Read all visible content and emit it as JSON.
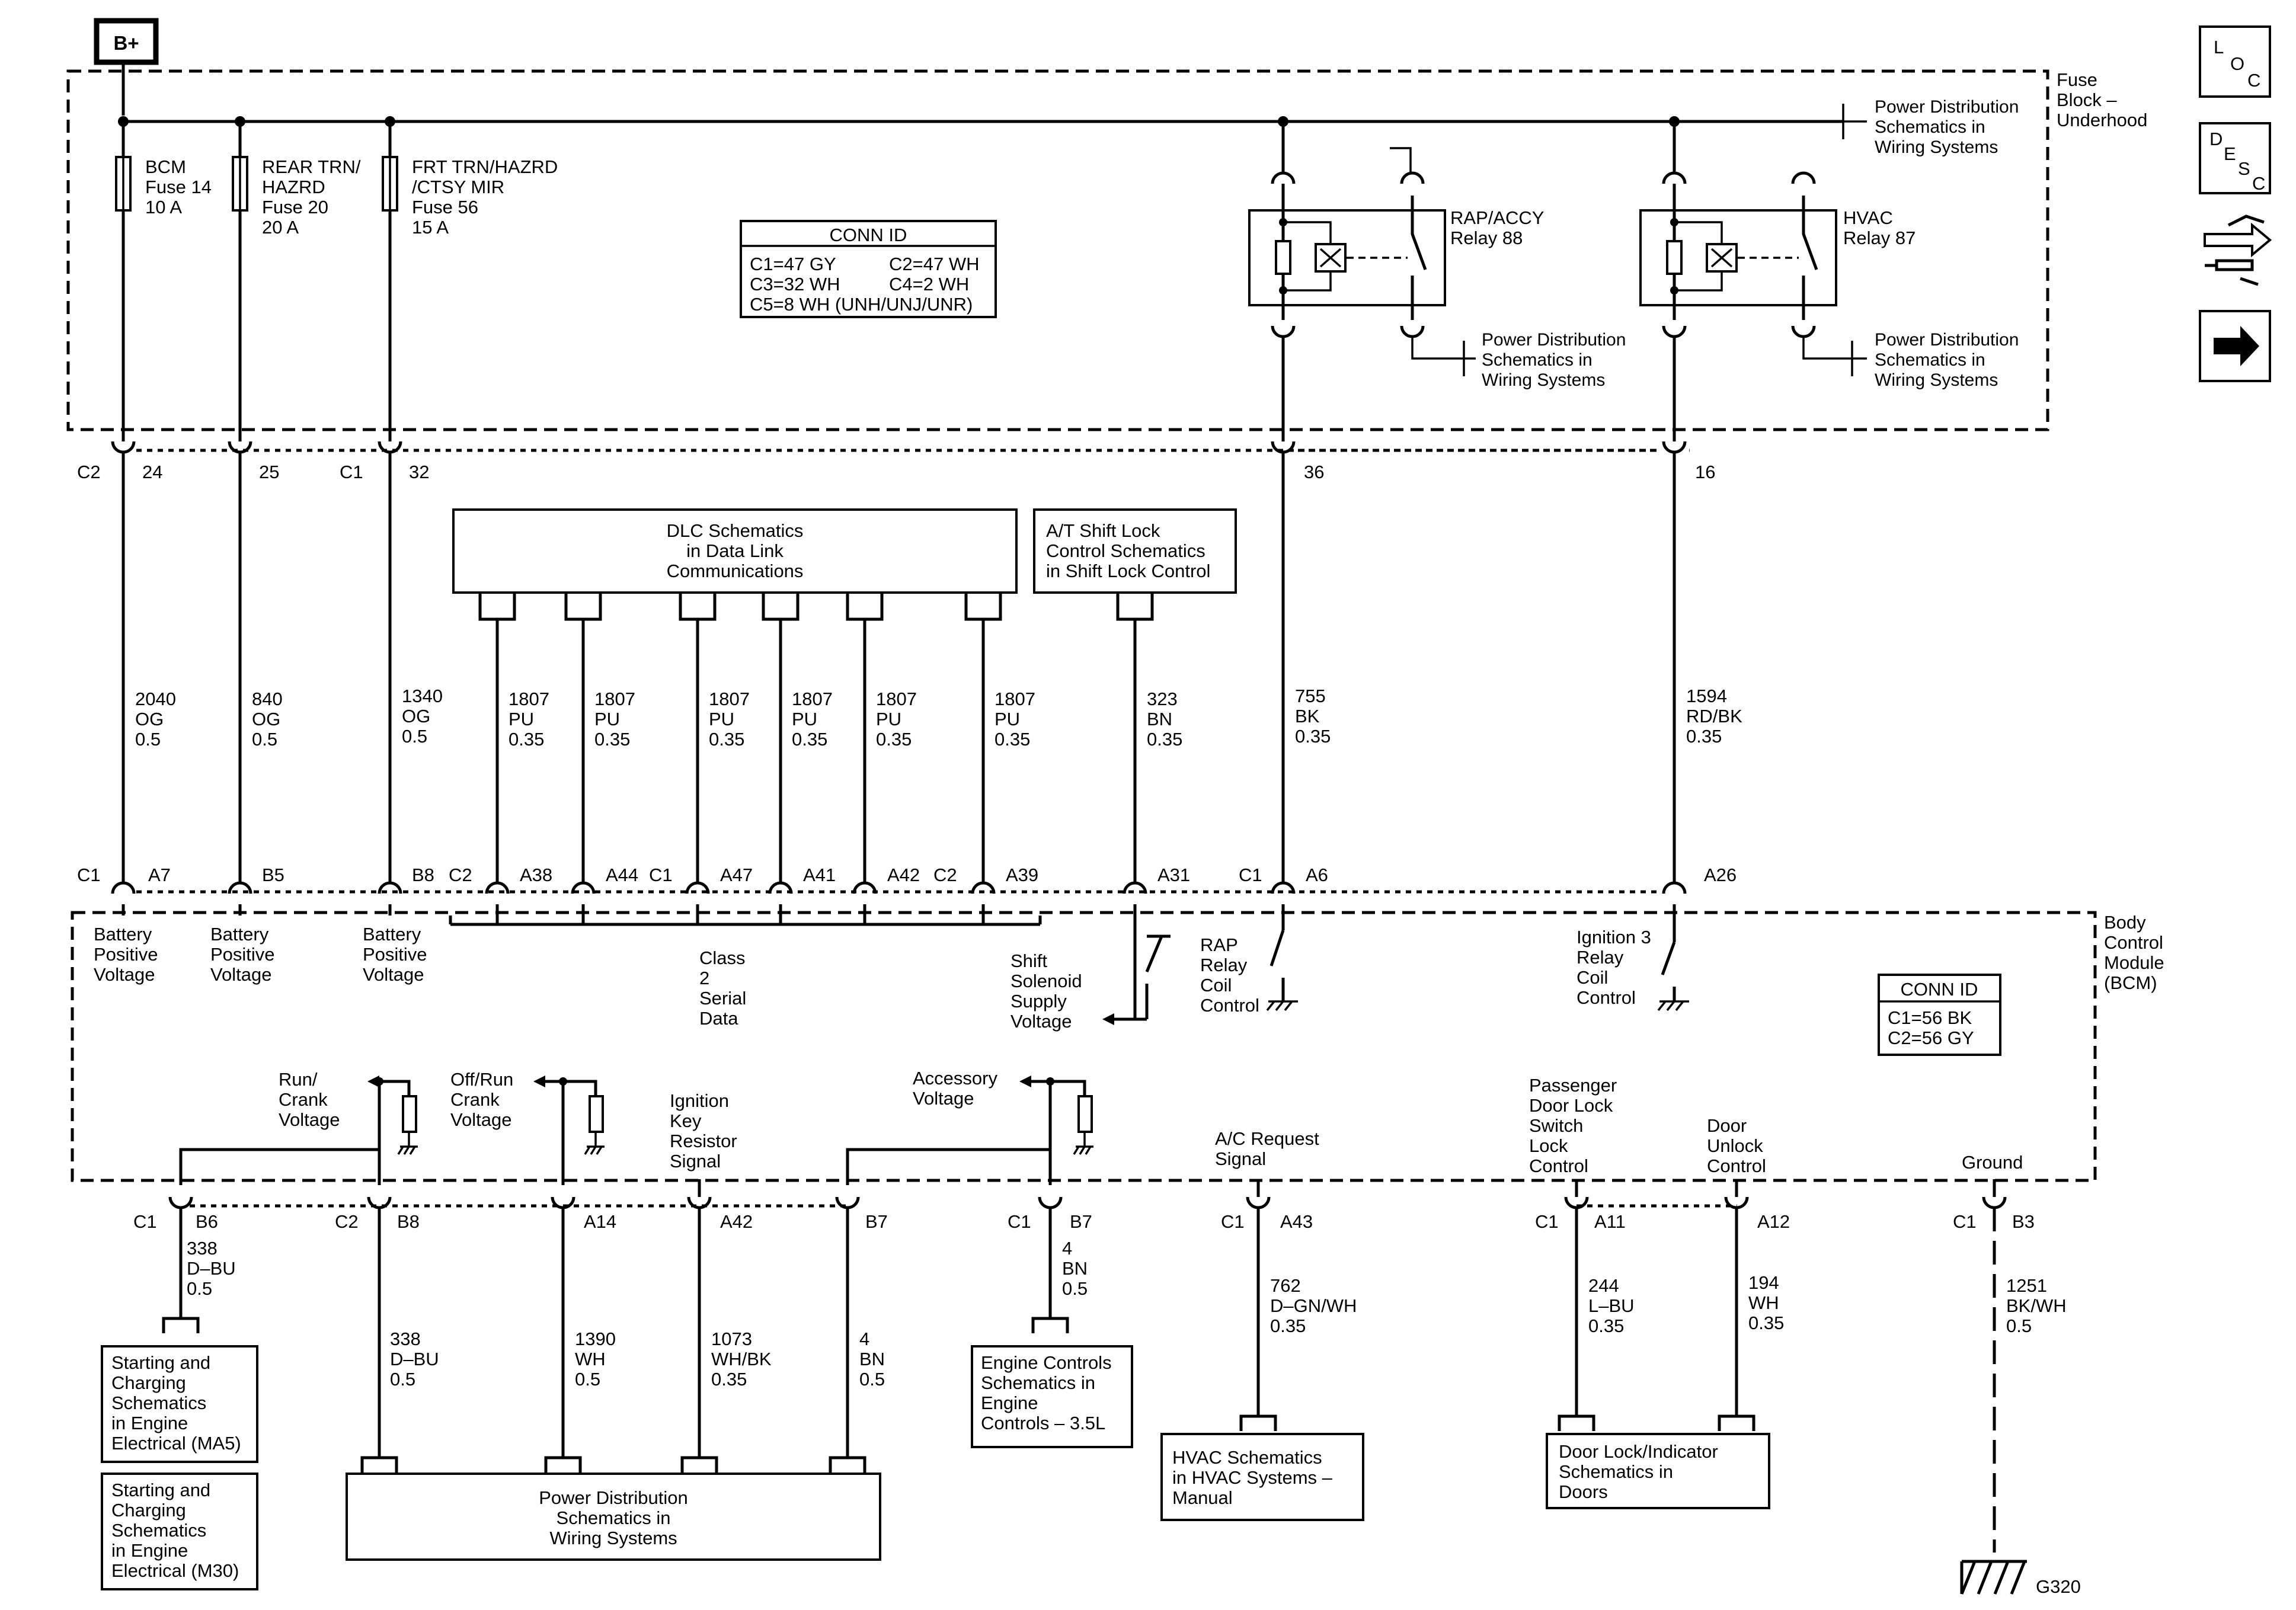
{
  "power": {
    "bplus": "B+"
  },
  "fuse_block": {
    "name": [
      "Fuse",
      "Block –",
      "Underhood"
    ],
    "power_ref": [
      "Power Distribution",
      "Schematics in",
      "Wiring Systems"
    ],
    "fuses": [
      {
        "lines": [
          "BCM",
          "Fuse 14",
          "10 A"
        ]
      },
      {
        "lines": [
          "REAR TRN/",
          "HAZRD",
          "Fuse 20",
          "20 A"
        ]
      },
      {
        "lines": [
          "FRT TRN/HAZRD",
          "/CTSY MIR",
          "Fuse 56",
          "15 A"
        ]
      }
    ],
    "conn_id": {
      "title": "CONN ID",
      "rows": [
        [
          "C1=47 GY",
          "C2=47 WH"
        ],
        [
          "C3=32 WH",
          "C4=2 WH"
        ],
        [
          "C5=8 WH (UNH/UNJ/UNR)"
        ]
      ]
    },
    "relays": [
      {
        "lines": [
          "RAP/ACCY",
          "Relay 88"
        ],
        "ref": [
          "Power Distribution",
          "Schematics in",
          "Wiring Systems"
        ]
      },
      {
        "lines": [
          "HVAC",
          "Relay 87"
        ],
        "ref": [
          "Power Distribution",
          "Schematics in",
          "Wiring Systems"
        ]
      }
    ],
    "pins": {
      "c2": "C2",
      "p24": "24",
      "p25": "25",
      "c1": "C1",
      "p32": "32",
      "p36": "36",
      "p16": "16"
    }
  },
  "dlc_box": [
    "DLC Schematics",
    "in Data Link",
    "Communications"
  ],
  "shift_box": [
    "A/T Shift Lock",
    "Control Schematics",
    "in Shift Lock Control"
  ],
  "upper_wires": [
    {
      "lines": [
        "2040",
        "OG",
        "0.5"
      ]
    },
    {
      "lines": [
        "840",
        "OG",
        "0.5"
      ]
    },
    {
      "lines": [
        "1340",
        "OG",
        "0.5"
      ]
    },
    {
      "lines": [
        "1807",
        "PU",
        "0.35"
      ]
    },
    {
      "lines": [
        "1807",
        "PU",
        "0.35"
      ]
    },
    {
      "lines": [
        "1807",
        "PU",
        "0.35"
      ]
    },
    {
      "lines": [
        "1807",
        "PU",
        "0.35"
      ]
    },
    {
      "lines": [
        "1807",
        "PU",
        "0.35"
      ]
    },
    {
      "lines": [
        "1807",
        "PU",
        "0.35"
      ]
    },
    {
      "lines": [
        "323",
        "BN",
        "0.35"
      ]
    },
    {
      "lines": [
        "755",
        "BK",
        "0.35"
      ]
    },
    {
      "lines": [
        "1594",
        "RD/BK",
        "0.35"
      ]
    }
  ],
  "bcm_top_pins": [
    "C1",
    "A7",
    "B5",
    "B8",
    "C2",
    "A38",
    "A44",
    "C1",
    "A47",
    "A41",
    "A42",
    "C2",
    "A39",
    "A31",
    "C1",
    "A6",
    "A26"
  ],
  "bcm": {
    "name": [
      "Body",
      "Control",
      "Module",
      "(BCM)"
    ],
    "conn_id": {
      "title": "CONN ID",
      "rows": [
        "C1=56 BK",
        "C2=56 GY"
      ]
    },
    "labels": {
      "batt1": [
        "Battery",
        "Positive",
        "Voltage"
      ],
      "batt2": [
        "Battery",
        "Positive",
        "Voltage"
      ],
      "batt3": [
        "Battery",
        "Positive",
        "Voltage"
      ],
      "class2": [
        "Class",
        "2",
        "Serial",
        "Data"
      ],
      "shift": [
        "Shift",
        "Solenoid",
        "Supply",
        "Voltage"
      ],
      "rap": [
        "RAP",
        "Relay",
        "Coil",
        "Control"
      ],
      "ign3": [
        "Ignition 3",
        "Relay",
        "Coil",
        "Control"
      ],
      "runcrank": [
        "Run/",
        "Crank",
        "Voltage"
      ],
      "offrun": [
        "Off/Run",
        "Crank",
        "Voltage"
      ],
      "ignkey": [
        "Ignition",
        "Key",
        "Resistor",
        "Signal"
      ],
      "acc": [
        "Accessory",
        "Voltage"
      ],
      "acreq": [
        "A/C Request",
        "Signal"
      ],
      "pdl": [
        "Passenger",
        "Door Lock",
        "Switch",
        "Lock",
        "Control"
      ],
      "unlock": [
        "Door",
        "Unlock",
        "Control"
      ],
      "ground": [
        "Ground"
      ]
    }
  },
  "bcm_bottom_pins": [
    "C1",
    "B6",
    "C2",
    "B8",
    "A14",
    "A42",
    "B7",
    "C1",
    "B7",
    "C1",
    "A43",
    "C1",
    "A11",
    "A12",
    "C1",
    "B3"
  ],
  "lower_wires": [
    {
      "lines": [
        "338",
        "D–BU",
        "0.5"
      ]
    },
    {
      "lines": [
        "338",
        "D–BU",
        "0.5"
      ]
    },
    {
      "lines": [
        "1390",
        "WH",
        "0.5"
      ]
    },
    {
      "lines": [
        "1073",
        "WH/BK",
        "0.35"
      ]
    },
    {
      "lines": [
        "4",
        "BN",
        "0.5"
      ]
    },
    {
      "lines": [
        "4",
        "BN",
        "0.5"
      ]
    },
    {
      "lines": [
        "762",
        "D–GN/WH",
        "0.35"
      ]
    },
    {
      "lines": [
        "244",
        "L–BU",
        "0.35"
      ]
    },
    {
      "lines": [
        "194",
        "WH",
        "0.35"
      ]
    },
    {
      "lines": [
        "1251",
        "BK/WH",
        "0.5"
      ]
    }
  ],
  "ref_boxes": {
    "starting1": [
      "Starting and",
      "Charging",
      "Schematics",
      "in Engine",
      "Electrical (MA5)"
    ],
    "starting2": [
      "Starting and",
      "Charging",
      "Schematics",
      "in Engine",
      "Electrical (M30)"
    ],
    "powerdist": [
      "Power Distribution",
      "Schematics in",
      "Wiring Systems"
    ],
    "engine": [
      "Engine Controls",
      "Schematics in",
      "Engine",
      "Controls – 3.5L"
    ],
    "hvac": [
      "HVAC Schematics",
      "in HVAC Systems –",
      "Manual"
    ],
    "doorlock": [
      "Door Lock/Indicator",
      "Schematics in",
      "Doors"
    ]
  },
  "ground_name": "G320",
  "side_icons": [
    {
      "name": "loc-icon",
      "letters": [
        "L",
        "O",
        "C"
      ]
    },
    {
      "name": "desc-icon",
      "letters": [
        "D",
        "E",
        "S",
        "C"
      ]
    },
    {
      "name": "connector-wrench-icon"
    },
    {
      "name": "next-arrow-icon"
    }
  ]
}
